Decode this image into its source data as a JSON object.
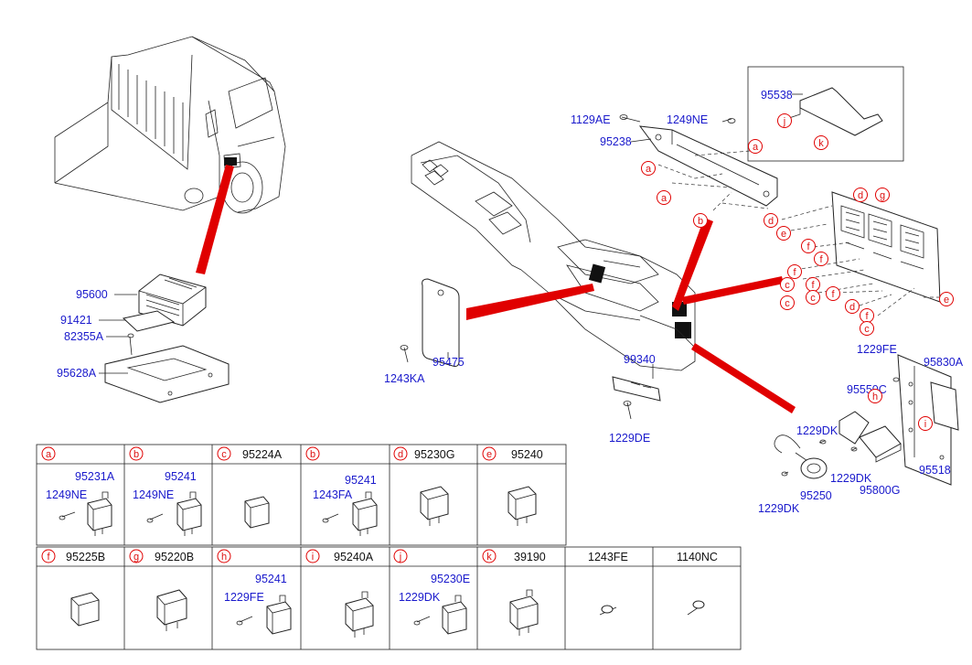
{
  "callouts": {
    "p95600": "95600",
    "p91421": "91421",
    "p82355A": "82355A",
    "p95628A": "95628A",
    "p1243KA": "1243KA",
    "p95475": "95475",
    "p1129AE": "1129AE",
    "p95238": "95238",
    "p1249NE": "1249NE",
    "p95538": "95538",
    "p99340": "99340",
    "p1229DE": "1229DE",
    "p1229FE": "1229FE",
    "p95830A": "95830A",
    "p95550C": "95550C",
    "p1229DK_a": "1229DK",
    "p1229DK_b": "1229DK",
    "p1229DK_c": "1229DK",
    "p95518": "95518",
    "p95800G": "95800G",
    "p95250": "95250"
  },
  "letters": {
    "a1": "a",
    "a2": "a",
    "a3": "a",
    "b1": "b",
    "j1": "j",
    "k1": "k",
    "d1": "d",
    "g1": "g",
    "d2": "d",
    "e1": "e",
    "f1": "f",
    "f2": "f",
    "f3": "f",
    "f4": "f",
    "f5": "f",
    "c1": "c",
    "c2": "c",
    "c3": "c",
    "d3": "d",
    "e2": "e",
    "h1": "h",
    "i1": "i"
  },
  "table": {
    "row1": [
      {
        "letter": "a",
        "header": "",
        "parts": [
          "95231A",
          "1249NE"
        ]
      },
      {
        "letter": "b",
        "header": "",
        "parts": [
          "95241",
          "1249NE"
        ]
      },
      {
        "letter": "c",
        "header": "95224A",
        "parts": []
      },
      {
        "letter": "b",
        "header": "",
        "parts": [
          "95241",
          "1243FA"
        ]
      },
      {
        "letter": "d",
        "header": "95230G",
        "parts": []
      },
      {
        "letter": "e",
        "header": "95240",
        "parts": []
      }
    ],
    "row2": [
      {
        "letter": "f",
        "header": "95225B",
        "parts": []
      },
      {
        "letter": "g",
        "header": "95220B",
        "parts": []
      },
      {
        "letter": "h",
        "header": "",
        "parts": [
          "95241",
          "1229FE"
        ]
      },
      {
        "letter": "i",
        "header": "95240A",
        "parts": []
      },
      {
        "letter": "j",
        "header": "",
        "parts": [
          "95230E",
          "1229DK"
        ]
      },
      {
        "letter": "k",
        "header": "39190",
        "parts": []
      },
      {
        "letter": "",
        "header": "1243FE",
        "parts": []
      },
      {
        "letter": "",
        "header": "1140NC",
        "parts": []
      }
    ]
  }
}
